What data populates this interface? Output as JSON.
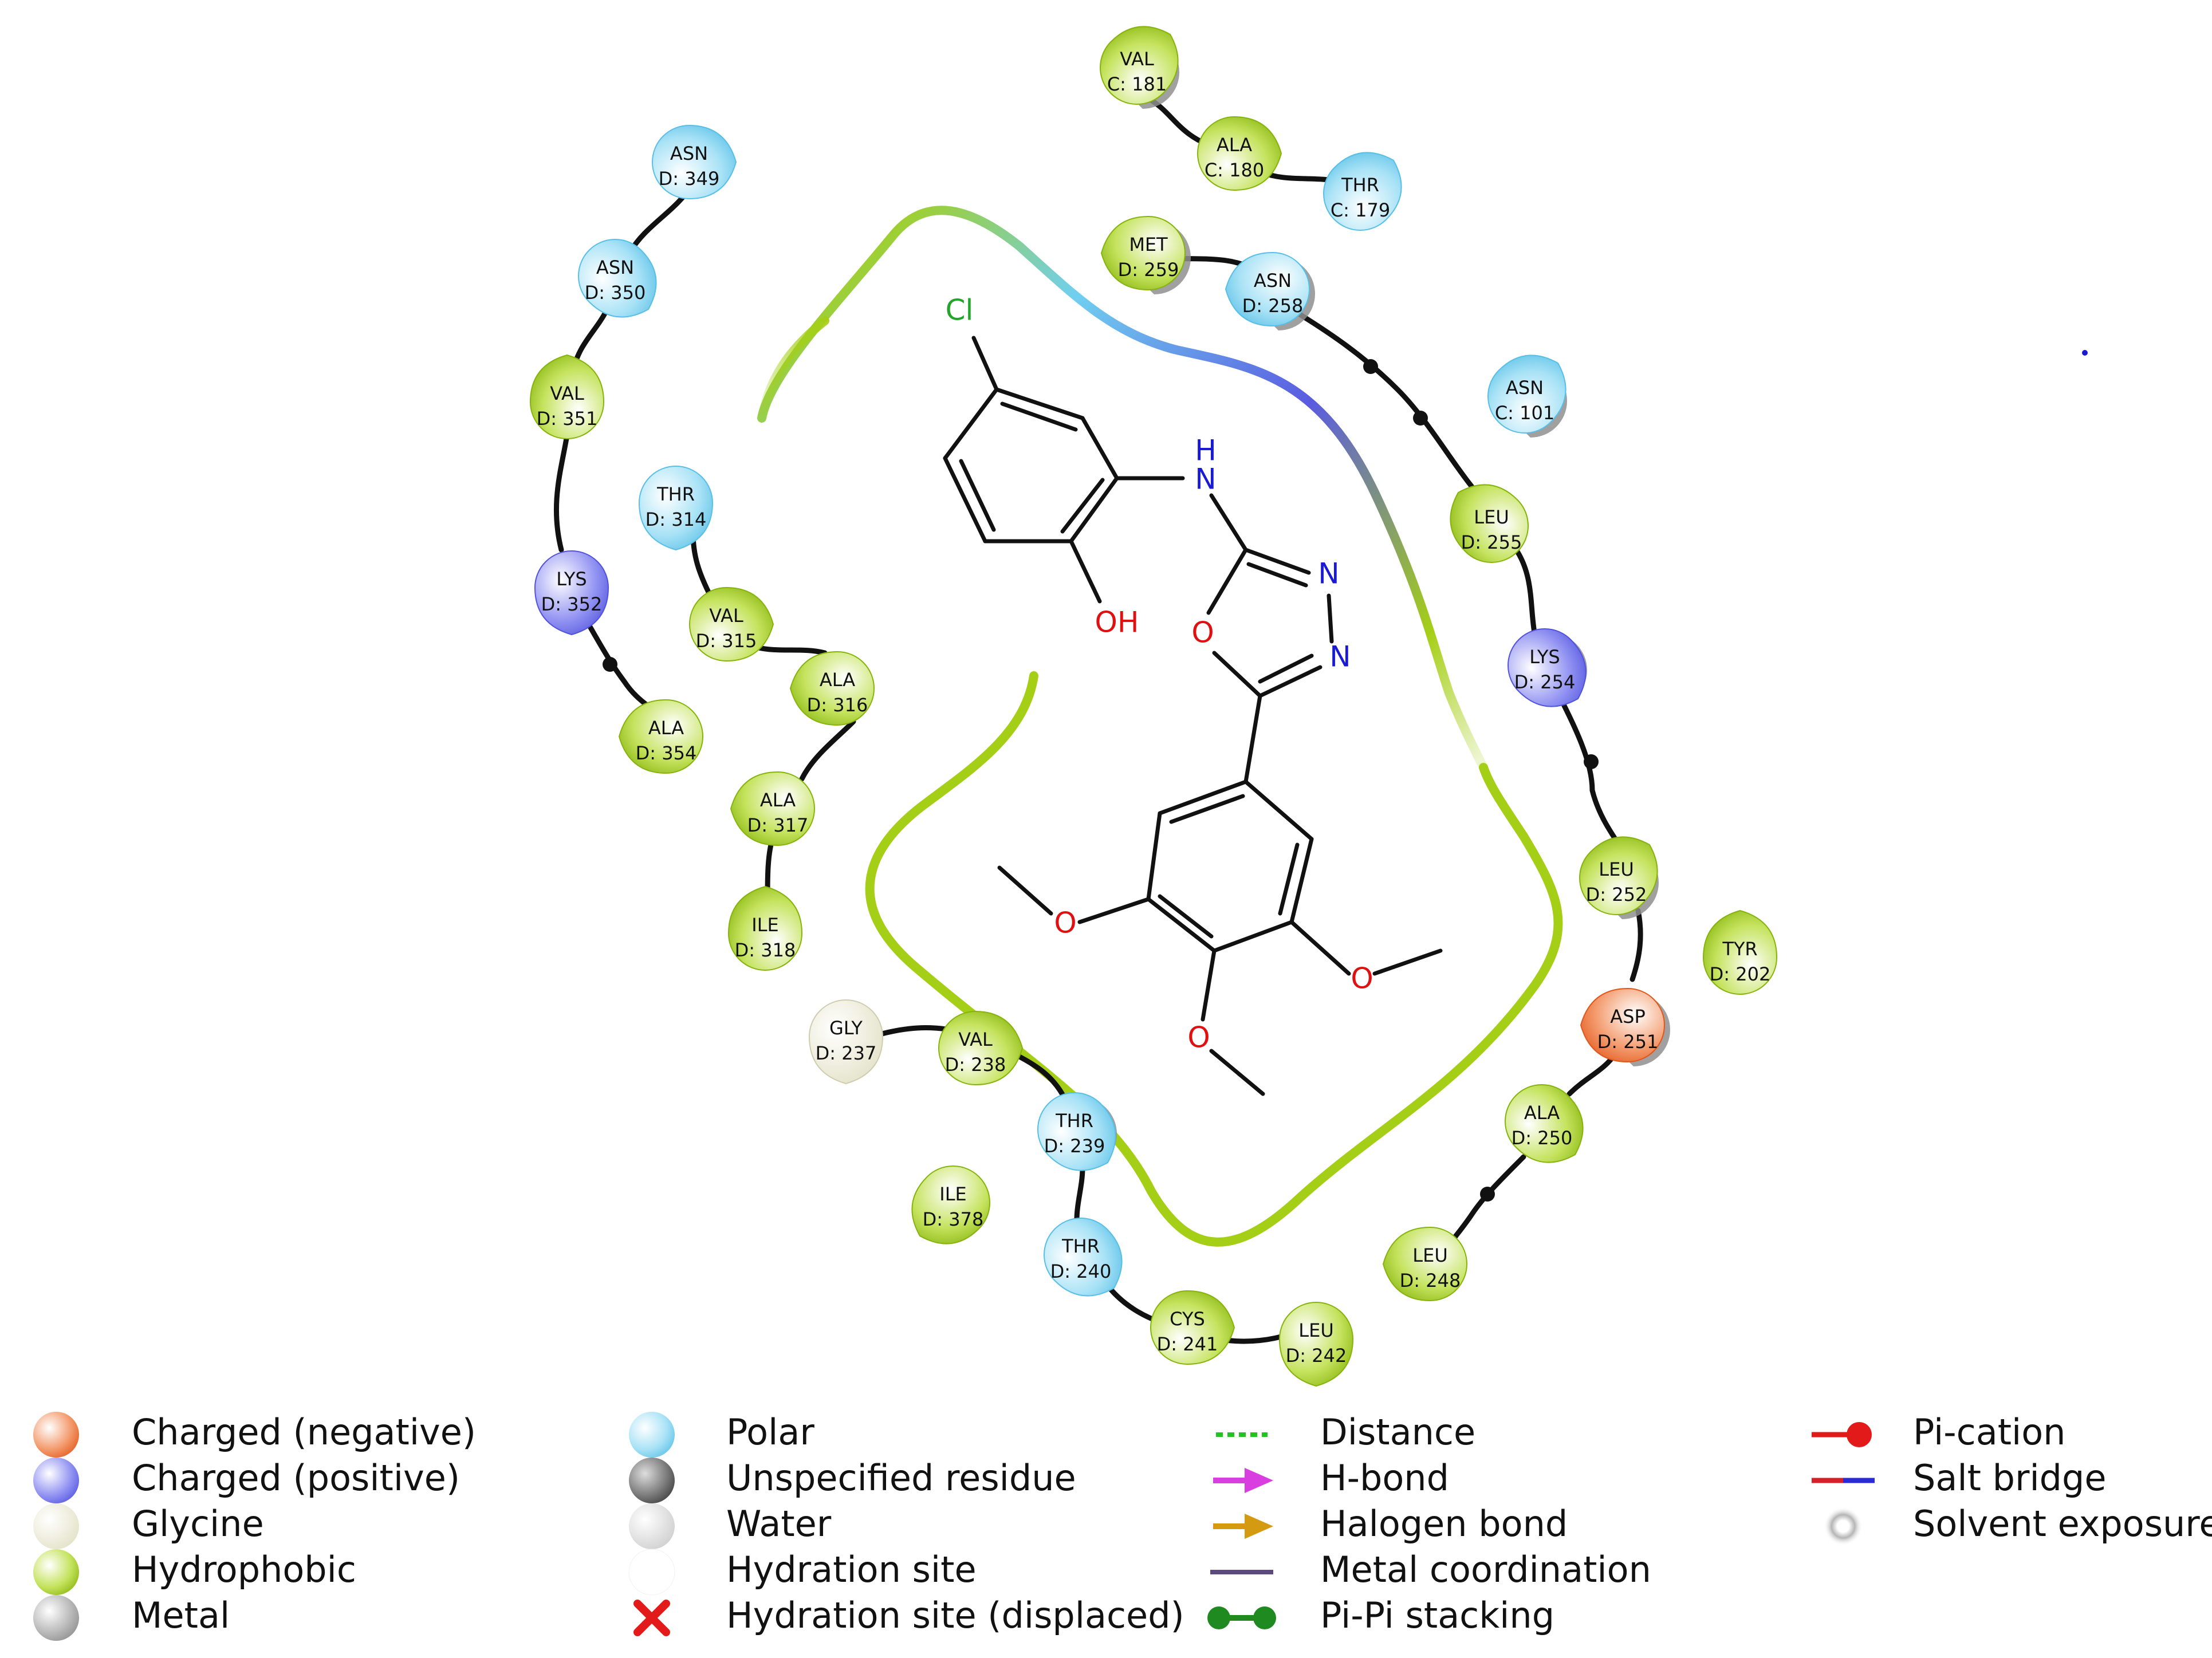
{
  "colors": {
    "hydrophobic": "#9dcc1c",
    "polar": "#7fd3ee",
    "positive": "#6d6ee8",
    "negative": "#ee6a2c",
    "glycine": "#ecebd6",
    "bond": "#111111",
    "carbon": "#111111",
    "nitrogen": "#1a1ad4",
    "oxygen": "#e01010",
    "chlorine": "#22a52a",
    "pocket_green": "#a5cf16",
    "pocket_blue": "#70cff0",
    "pocket_violet": "#5a5be0"
  },
  "ligand": {
    "atoms": {
      "cl": "Cl",
      "nh_h": "H",
      "nh_n": "N",
      "oh": "OH",
      "ox_n1": "N",
      "ox_n2": "N",
      "ox_o": "O",
      "ome1": "O",
      "ome2": "O",
      "ome3": "O"
    }
  },
  "residues": [
    {
      "id": "val181",
      "name": "VAL",
      "number": "C: 181",
      "type": "hydrophobic",
      "exposure": true
    },
    {
      "id": "ala180",
      "name": "ALA",
      "number": "C: 180",
      "type": "hydrophobic",
      "exposure": false
    },
    {
      "id": "thr179",
      "name": "THR",
      "number": "C: 179",
      "type": "polar",
      "exposure": false
    },
    {
      "id": "met259",
      "name": "MET",
      "number": "D: 259",
      "type": "hydrophobic",
      "exposure": true
    },
    {
      "id": "asn258",
      "name": "ASN",
      "number": "D: 258",
      "type": "polar",
      "exposure": true
    },
    {
      "id": "asn101",
      "name": "ASN",
      "number": "C: 101",
      "type": "polar",
      "exposure": true
    },
    {
      "id": "leu255",
      "name": "LEU",
      "number": "D: 255",
      "type": "hydrophobic",
      "exposure": false
    },
    {
      "id": "lys254",
      "name": "LYS",
      "number": "D: 254",
      "type": "positive",
      "exposure": true
    },
    {
      "id": "leu252",
      "name": "LEU",
      "number": "D: 252",
      "type": "hydrophobic",
      "exposure": true
    },
    {
      "id": "tyr202",
      "name": "TYR",
      "number": "D: 202",
      "type": "hydrophobic",
      "exposure": false
    },
    {
      "id": "asp251",
      "name": "ASP",
      "number": "D: 251",
      "type": "negative",
      "exposure": true
    },
    {
      "id": "ala250",
      "name": "ALA",
      "number": "D: 250",
      "type": "hydrophobic",
      "exposure": false
    },
    {
      "id": "leu248",
      "name": "LEU",
      "number": "D: 248",
      "type": "hydrophobic",
      "exposure": false
    },
    {
      "id": "asn349",
      "name": "ASN",
      "number": "D: 349",
      "type": "polar",
      "exposure": false
    },
    {
      "id": "asn350",
      "name": "ASN",
      "number": "D: 350",
      "type": "polar",
      "exposure": false
    },
    {
      "id": "val351",
      "name": "VAL",
      "number": "D: 351",
      "type": "hydrophobic",
      "exposure": false
    },
    {
      "id": "lys352",
      "name": "LYS",
      "number": "D: 352",
      "type": "positive",
      "exposure": false
    },
    {
      "id": "ala354",
      "name": "ALA",
      "number": "D: 354",
      "type": "hydrophobic",
      "exposure": false
    },
    {
      "id": "thr314",
      "name": "THR",
      "number": "D: 314",
      "type": "polar",
      "exposure": false
    },
    {
      "id": "val315",
      "name": "VAL",
      "number": "D: 315",
      "type": "hydrophobic",
      "exposure": false
    },
    {
      "id": "ala316",
      "name": "ALA",
      "number": "D: 316",
      "type": "hydrophobic",
      "exposure": false
    },
    {
      "id": "ala317",
      "name": "ALA",
      "number": "D: 317",
      "type": "hydrophobic",
      "exposure": false
    },
    {
      "id": "ile318",
      "name": "ILE",
      "number": "D: 318",
      "type": "hydrophobic",
      "exposure": false
    },
    {
      "id": "gly237",
      "name": "GLY",
      "number": "D: 237",
      "type": "glycine",
      "exposure": false
    },
    {
      "id": "val238",
      "name": "VAL",
      "number": "D: 238",
      "type": "hydrophobic",
      "exposure": false
    },
    {
      "id": "thr239",
      "name": "THR",
      "number": "D: 239",
      "type": "polar",
      "exposure": true
    },
    {
      "id": "ile378",
      "name": "ILE",
      "number": "D: 378",
      "type": "hydrophobic",
      "exposure": false
    },
    {
      "id": "thr240",
      "name": "THR",
      "number": "D: 240",
      "type": "polar",
      "exposure": false
    },
    {
      "id": "cys241",
      "name": "CYS",
      "number": "D: 241",
      "type": "hydrophobic",
      "exposure": false
    },
    {
      "id": "leu242",
      "name": "LEU",
      "number": "D: 242",
      "type": "hydrophobic",
      "exposure": false
    }
  ],
  "legend": {
    "col1": [
      {
        "label": "Charged (negative)",
        "icon": "sphere-orange"
      },
      {
        "label": "Charged (positive)",
        "icon": "sphere-blue"
      },
      {
        "label": "Glycine",
        "icon": "sphere-cream"
      },
      {
        "label": "Hydrophobic",
        "icon": "sphere-green"
      },
      {
        "label": "Metal",
        "icon": "sphere-grey"
      }
    ],
    "col2": [
      {
        "label": "Polar",
        "icon": "sphere-cyan"
      },
      {
        "label": "Unspecified residue",
        "icon": "sphere-dark"
      },
      {
        "label": "Water",
        "icon": "sphere-white"
      },
      {
        "label": "Hydration site",
        "icon": "sphere-faint"
      },
      {
        "label": "Hydration site (displaced)",
        "icon": "red-x"
      }
    ],
    "col3": [
      {
        "label": "Distance",
        "icon": "dashed-green-line"
      },
      {
        "label": "H-bond",
        "icon": "magenta-arrow"
      },
      {
        "label": "Halogen bond",
        "icon": "gold-arrow"
      },
      {
        "label": "Metal coordination",
        "icon": "purple-line"
      },
      {
        "label": "Pi-Pi stacking",
        "icon": "green-dumbbell"
      }
    ],
    "col4": [
      {
        "label": "Pi-cation",
        "icon": "red-line-dot"
      },
      {
        "label": "Salt bridge",
        "icon": "red-blue-line"
      },
      {
        "label": "Solvent exposure",
        "icon": "grey-halo"
      }
    ]
  }
}
